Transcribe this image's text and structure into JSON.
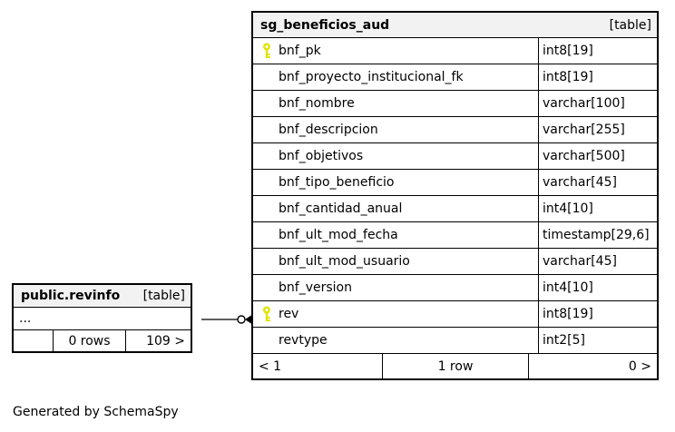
{
  "diagram": {
    "generated_by": "Generated by SchemaSpy"
  },
  "main_table": {
    "title": "sg_beneficios_aud",
    "type_label": "[table]",
    "columns": [
      {
        "name": "bnf_pk",
        "type": "int8[19]",
        "pk": true
      },
      {
        "name": "bnf_proyecto_institucional_fk",
        "type": "int8[19]",
        "pk": false
      },
      {
        "name": "bnf_nombre",
        "type": "varchar[100]",
        "pk": false
      },
      {
        "name": "bnf_descripcion",
        "type": "varchar[255]",
        "pk": false
      },
      {
        "name": "bnf_objetivos",
        "type": "varchar[500]",
        "pk": false
      },
      {
        "name": "bnf_tipo_beneficio",
        "type": "varchar[45]",
        "pk": false
      },
      {
        "name": "bnf_cantidad_anual",
        "type": "int4[10]",
        "pk": false
      },
      {
        "name": "bnf_ult_mod_fecha",
        "type": "timestamp[29,6]",
        "pk": false
      },
      {
        "name": "bnf_ult_mod_usuario",
        "type": "varchar[45]",
        "pk": false
      },
      {
        "name": "bnf_version",
        "type": "int4[10]",
        "pk": false
      },
      {
        "name": "rev",
        "type": "int8[19]",
        "pk": true
      },
      {
        "name": "revtype",
        "type": "int2[5]",
        "pk": false
      }
    ],
    "footer": {
      "left": "< 1",
      "center": "1 row",
      "right": "0 >"
    }
  },
  "related_table": {
    "title": "public.revinfo",
    "type_label": "[table]",
    "collapsed_label": "...",
    "footer": {
      "left": "",
      "center": "0 rows",
      "right": "109 >"
    }
  },
  "colors": {
    "header_bg": "#f2f2f2",
    "border": "#000000",
    "key_yellow": "#e3e300"
  }
}
